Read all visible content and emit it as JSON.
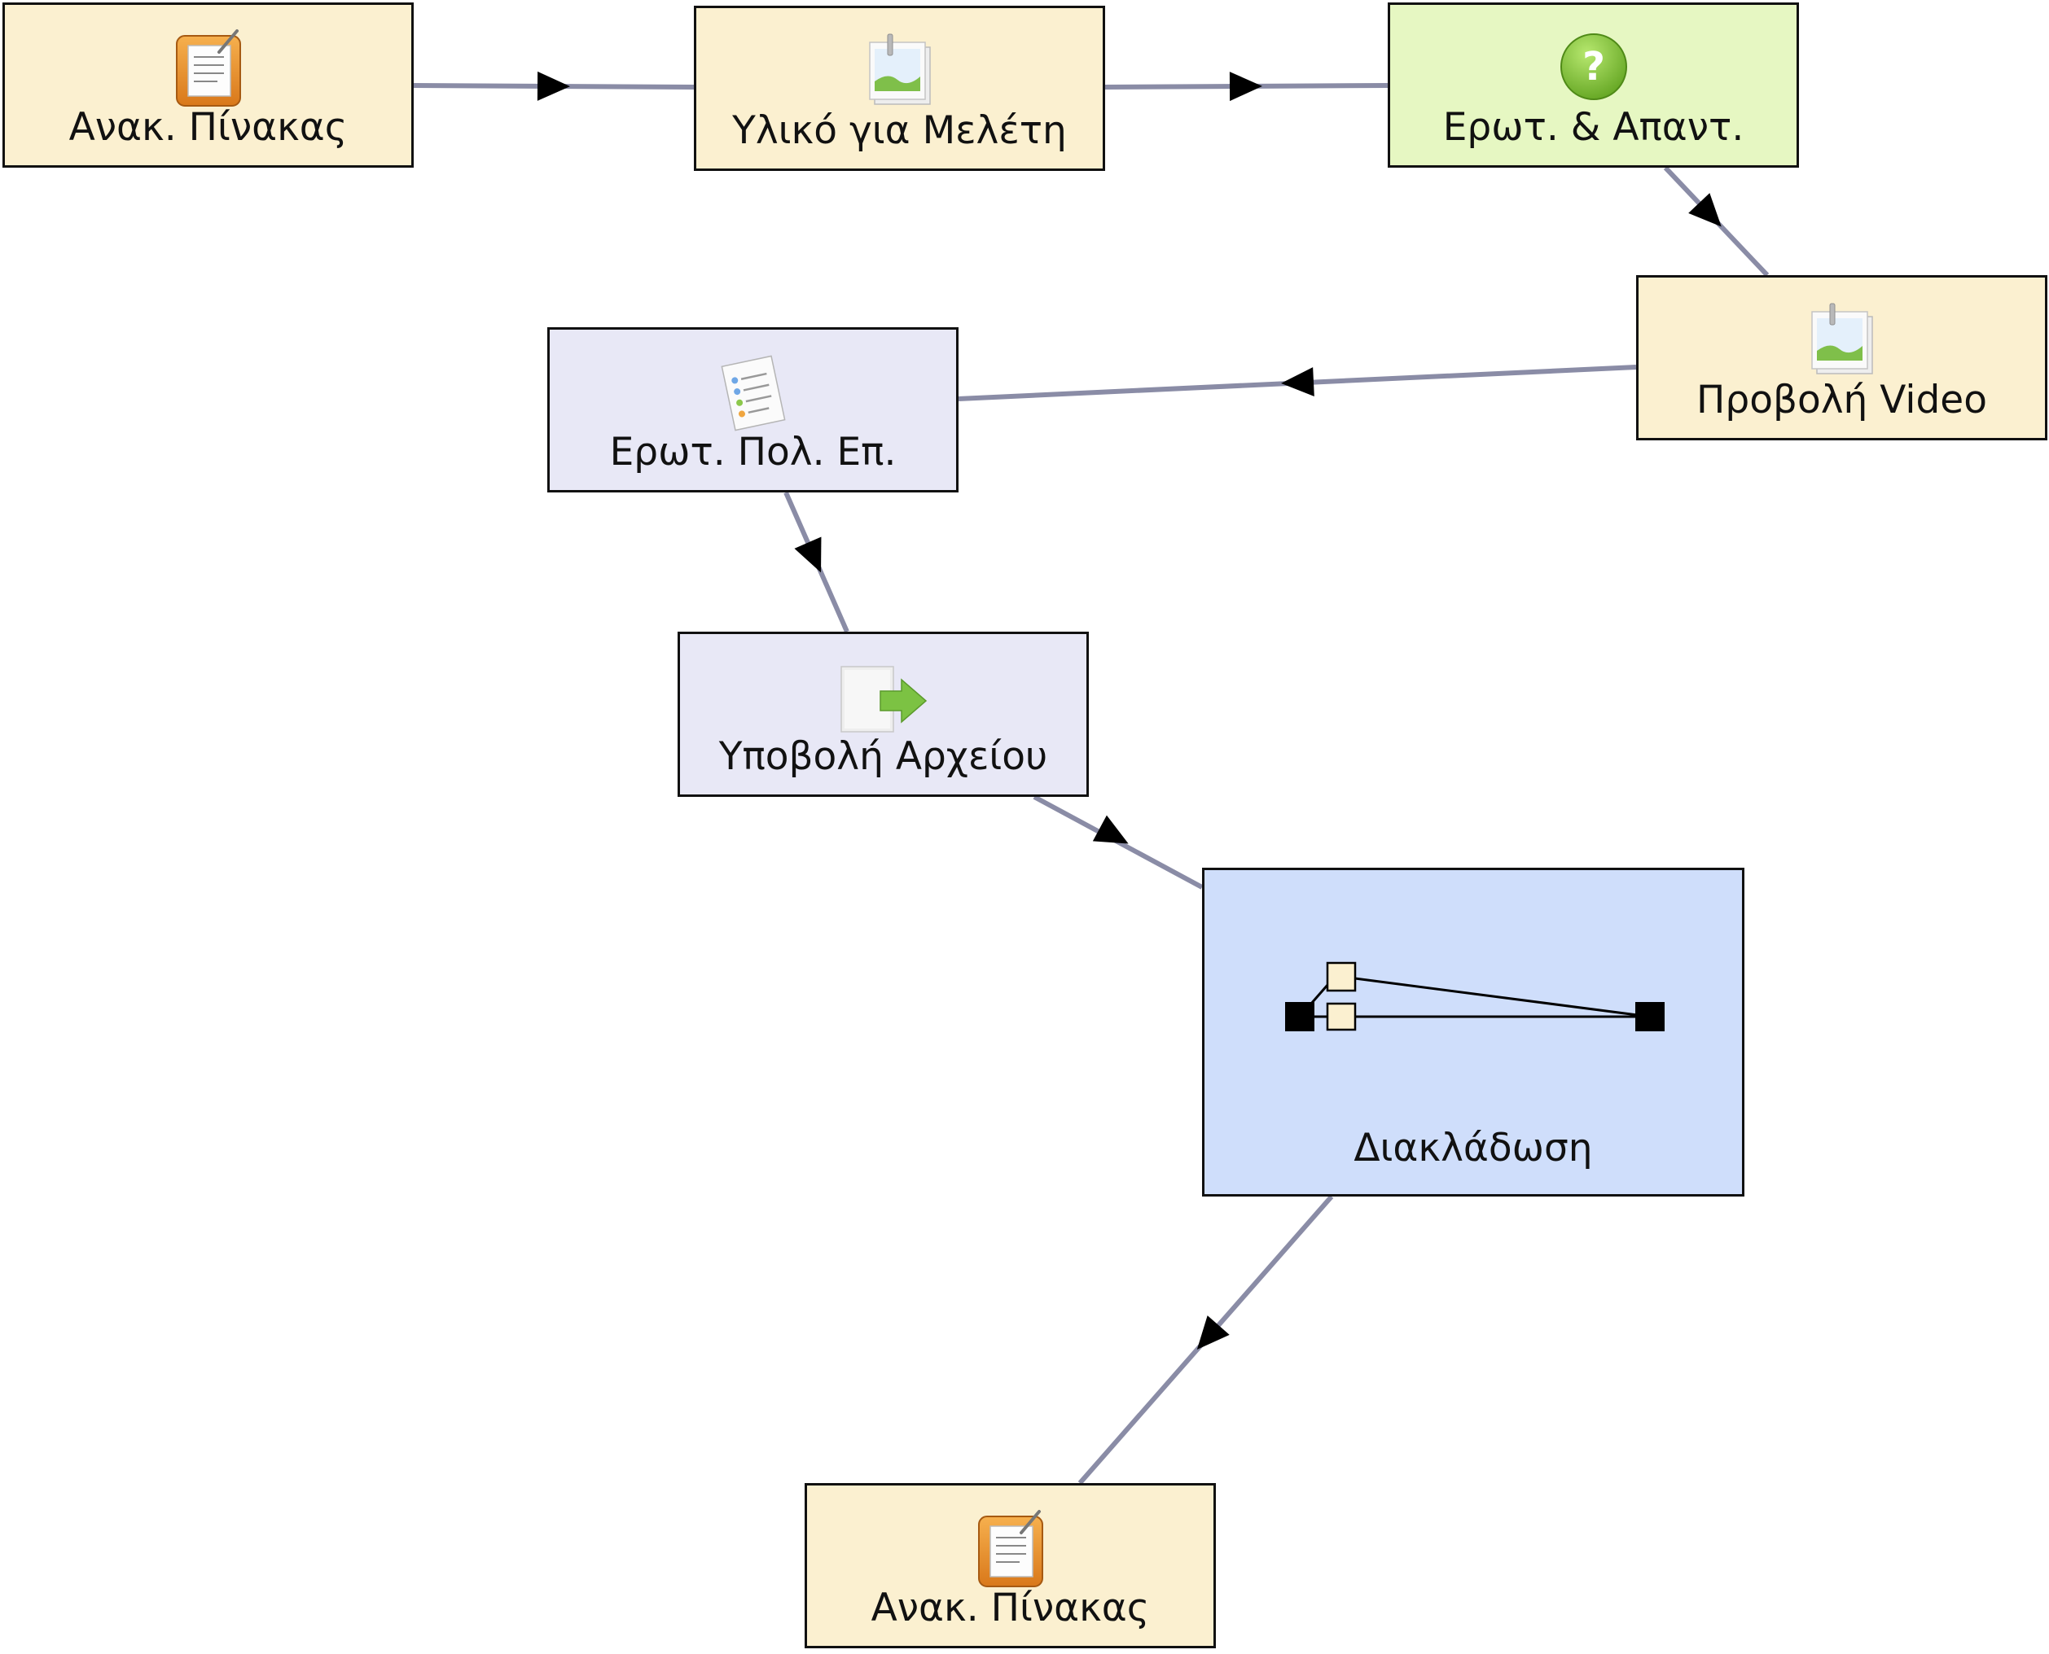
{
  "diagram": {
    "nodes": [
      {
        "id": "n1",
        "label": "Ανακ. Πίνακας",
        "icon": "noticeboard-icon",
        "color": "#fbf0d0"
      },
      {
        "id": "n2",
        "label": "Υλικό για Μελέτη",
        "icon": "image-resource-icon",
        "color": "#fbf0d0"
      },
      {
        "id": "n3",
        "label": "Ερωτ. & Απαντ.",
        "icon": "question-icon",
        "color": "#e6f7c2"
      },
      {
        "id": "n4",
        "label": "Προβολή Video",
        "icon": "image-resource-icon",
        "color": "#fbf0d0"
      },
      {
        "id": "n5",
        "label": "Ερωτ. Πολ. Επ.",
        "icon": "multiple-choice-icon",
        "color": "#e8e8f6"
      },
      {
        "id": "n6",
        "label": "Υποβολή Αρχείου",
        "icon": "file-submit-icon",
        "color": "#e8e8f6"
      },
      {
        "id": "n7",
        "label": "Διακλάδωση",
        "icon": "branching-icon",
        "color": "#cfdefb"
      },
      {
        "id": "n8",
        "label": "Ανακ. Πίνακας",
        "icon": "noticeboard-icon",
        "color": "#fbf0d0"
      }
    ],
    "edges": [
      {
        "from": "n1",
        "to": "n2"
      },
      {
        "from": "n2",
        "to": "n3"
      },
      {
        "from": "n3",
        "to": "n4"
      },
      {
        "from": "n4",
        "to": "n5"
      },
      {
        "from": "n5",
        "to": "n6"
      },
      {
        "from": "n6",
        "to": "n7"
      },
      {
        "from": "n7",
        "to": "n8"
      }
    ],
    "edge_color": "#8a8ca6",
    "arrow_color": "#000000"
  }
}
